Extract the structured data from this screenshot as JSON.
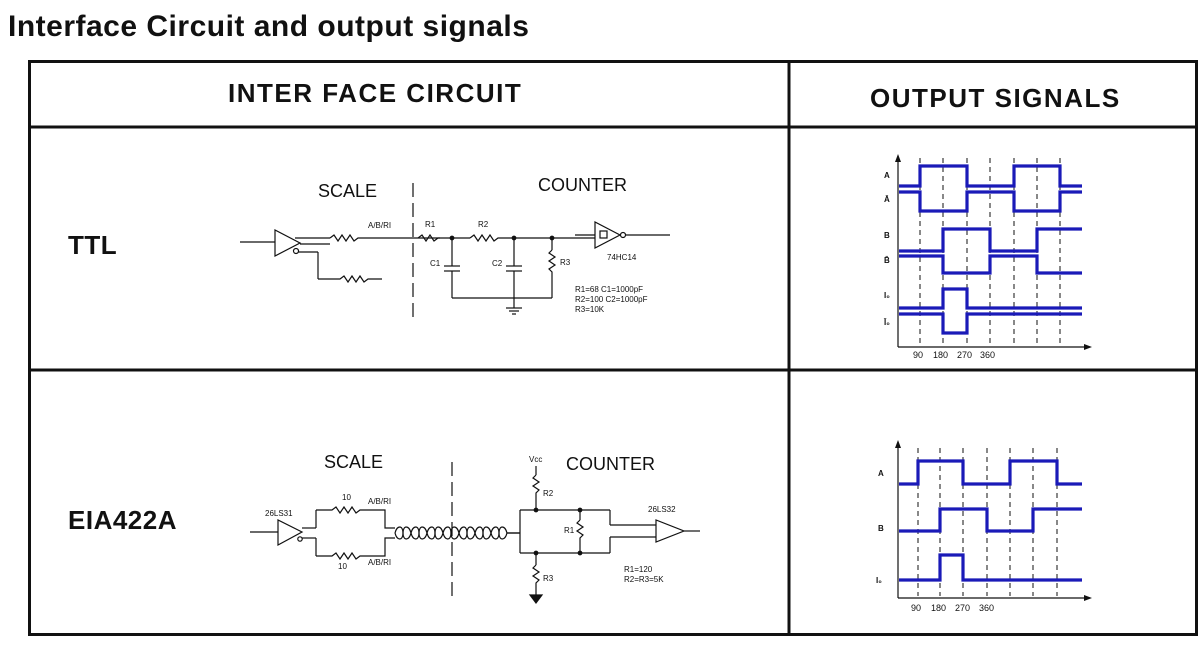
{
  "title": "Interface Circuit and output signals",
  "headers": {
    "circuit": "INTER FACE  CIRCUIT",
    "signals": "OUTPUT  SIGNALS"
  },
  "ttl": {
    "label": "TTL",
    "scale": "SCALE",
    "counter": "COUNTER",
    "input_label": "A/B/RI",
    "r1": "R1",
    "r2": "R2",
    "r3": "R3",
    "c1": "C1",
    "c2": "C2",
    "ic": "74HC14",
    "values": [
      "R1=68  C1=1000pF",
      "R2=100  C2=1000pF",
      "R3=10K"
    ]
  },
  "eia": {
    "label": "EIA422A",
    "scale": "SCALE",
    "counter": "COUNTER",
    "driver": "26LS31",
    "receiver": "26LS32",
    "vcc": "Vcc",
    "r_top_value": "10",
    "r_bottom_value": "10",
    "input_top": "A/B/RI",
    "input_bottom": "A/B/RI",
    "r1": "R1",
    "r2": "R2",
    "r3": "R3",
    "values": [
      "R1=120",
      "R2=R3=5K"
    ]
  },
  "ttl_signals": {
    "labels": [
      "A",
      "Ā",
      "B",
      "B̄",
      "I₀",
      "Ī₀"
    ],
    "angles": [
      "90",
      "180",
      "270",
      "360"
    ]
  },
  "eia_signals": {
    "labels": [
      "A",
      "B",
      "I₀"
    ],
    "angles": [
      "90",
      "180",
      "270",
      "360"
    ]
  },
  "colors": {
    "signal": "#1a1ab8",
    "ink": "#111111"
  }
}
